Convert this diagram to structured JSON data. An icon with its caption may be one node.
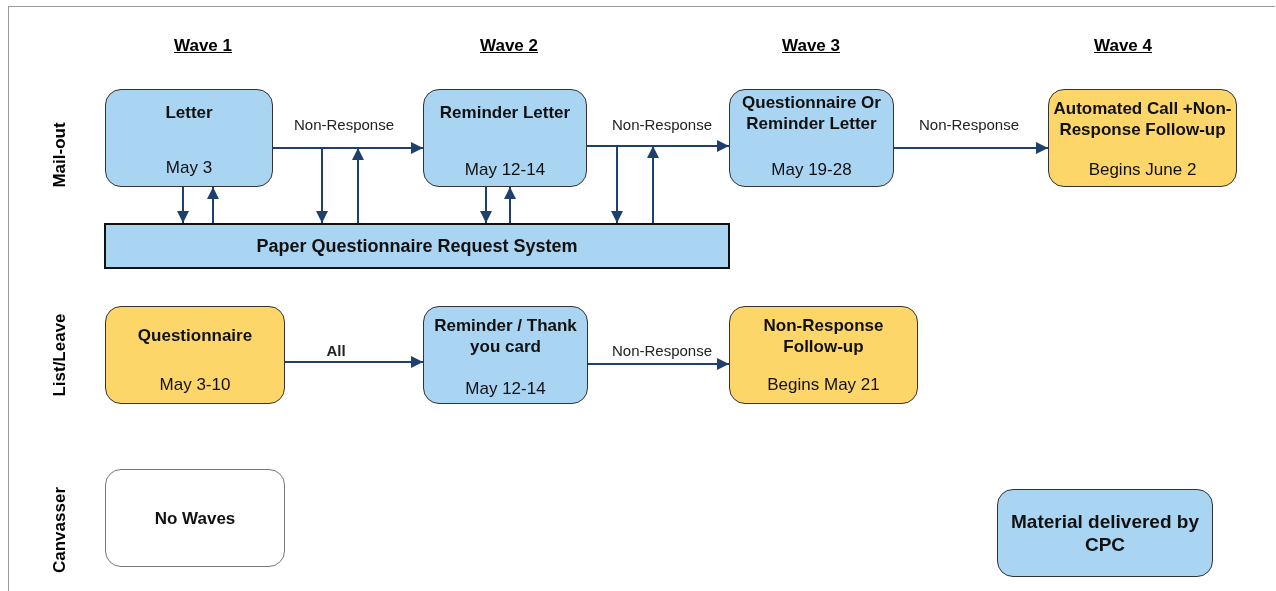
{
  "diagram": {
    "nodes": [
      {
        "text": [
          "Letter",
          "May  3"
        ]
      },
      {
        "text": [
          "Reminder Letter",
          "May 12-14"
        ]
      },
      {
        "text": [
          "Questionnaire Or Reminder Letter",
          "May 19-28"
        ]
      },
      {
        "text": [
          "Automated Call +Non-Response Follow-up",
          "Begins June 2"
        ]
      },
      {
        "text": [
          "Paper Questionnaire Request System"
        ]
      },
      {
        "text": [
          "Questionnaire",
          "May 3-10"
        ]
      },
      {
        "text": [
          "Reminder / Thank you card",
          "May 12-14"
        ]
      },
      {
        "text": [
          "Non-Response Follow-up",
          "Begins May 21"
        ]
      },
      {
        "text": [
          "No Waves"
        ]
      },
      {
        "text": [
          "Material delivered by CPC"
        ]
      }
    ],
    "edges": [
      {
        "from": 0,
        "to": 1,
        "arrow": "to",
        "label": "Non-Response"
      },
      {
        "from": 1,
        "to": 2,
        "arrow": "to",
        "label": "Non-Response"
      },
      {
        "from": 2,
        "to": 3,
        "arrow": "to",
        "label": "Non-Response"
      },
      {
        "from": 0,
        "to": 4,
        "arrow": "to"
      },
      {
        "from": 4,
        "to": 0,
        "arrow": "to"
      },
      {
        "from": null,
        "to": 4,
        "arrow": "to"
      },
      {
        "from": 4,
        "to": null,
        "arrow": "to"
      },
      {
        "from": 1,
        "to": 4,
        "arrow": "to"
      },
      {
        "from": 4,
        "to": 1,
        "arrow": "to"
      },
      {
        "from": null,
        "to": 4,
        "arrow": "to"
      },
      {
        "from": 4,
        "to": null,
        "arrow": "to"
      },
      {
        "from": 5,
        "to": 6,
        "arrow": "to",
        "label": "All"
      },
      {
        "from": 6,
        "to": 7,
        "arrow": "to",
        "label": "Non-Response"
      }
    ],
    "labels": [
      "Wave 1",
      "Wave 2",
      "Wave 3",
      "Wave 4",
      "Mail-out",
      "List/Leave",
      "Canvasser"
    ]
  }
}
